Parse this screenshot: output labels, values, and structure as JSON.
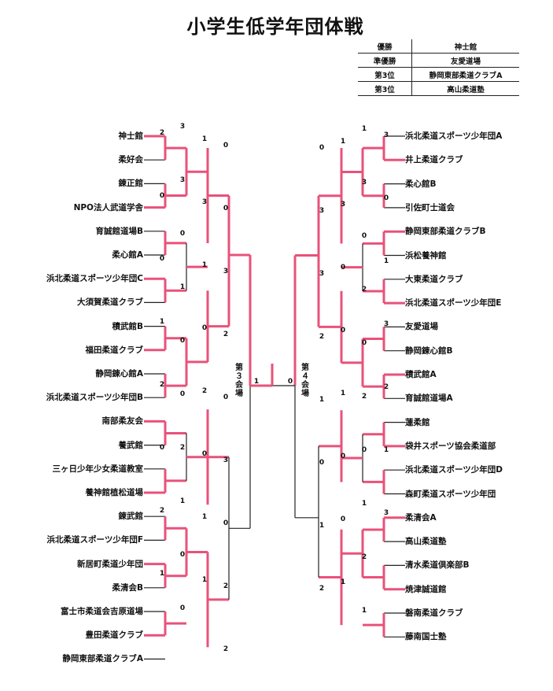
{
  "title": "小学生低学年団体戦",
  "results": [
    {
      "rank": "優勝",
      "team": "神士館"
    },
    {
      "rank": "準優勝",
      "team": "友愛道場"
    },
    {
      "rank": "第3位",
      "team": "静岡東部柔道クラブA"
    },
    {
      "rank": "第3位",
      "team": "高山柔道塾"
    }
  ],
  "venue_left": "第３会場",
  "venue_right": "第４会場",
  "colors": {
    "winner_line": "#e8527a",
    "loser_line": "#222222"
  },
  "left_teams": [
    "神士館",
    "柔好会",
    "錬正館",
    "NPO法人武道学舎",
    "育誠館道場B",
    "柔心館A",
    "浜北柔道スポーツ少年団C",
    "大須賀柔道クラブ",
    "積武館B",
    "福田柔道クラブ",
    "静岡錬心館A",
    "浜北柔道スポーツ少年団B",
    "南部柔友会",
    "養武館",
    "三ヶ日少年少女柔道教室",
    "養神館植松道場",
    "錬武館",
    "浜北柔道スポーツ少年団F",
    "新居町柔道少年団",
    "柔清会B",
    "富士市柔道会吉原道場",
    "豊田柔道クラブ",
    "静岡東部柔道クラブA"
  ],
  "right_teams": [
    "浜北柔道スポーツ少年団A",
    "井上柔道クラブ",
    "柔心館B",
    "引佐町士道会",
    "静岡東部柔道クラブB",
    "浜松養神館",
    "大東柔道クラブ",
    "浜北柔道スポーツ少年団E",
    "友愛道場",
    "静岡錬心館B",
    "積武館A",
    "育誠館道場A",
    "蓮柔館",
    "袋井スポーツ協会柔道部",
    "浜北柔道スポーツ少年団D",
    "森町柔道スポーツ少年団",
    "柔清会A",
    "高山柔道塾",
    "清水柔道倶楽部B",
    "焼津誠道館",
    "磐南柔道クラブ",
    "藤南国士塾"
  ],
  "left_scores": [
    [
      "3",
      "3",
      "0",
      "1",
      "0",
      "0",
      "2",
      "1",
      "0",
      "0"
    ],
    [
      "2",
      "0",
      "0",
      "1",
      "2",
      "0",
      "2",
      "1"
    ],
    [
      "1",
      "3",
      "1",
      "0",
      "2",
      "0",
      "1",
      "1"
    ],
    [
      "0",
      "0",
      "3",
      "2",
      "0",
      "3",
      "0",
      "2",
      "2"
    ]
  ],
  "final": {
    "left": "1",
    "right": "0"
  },
  "right_scores": [
    [
      "1",
      "3",
      "0",
      "2",
      "0",
      "2",
      "0",
      "1",
      "2",
      "1"
    ],
    [
      "3",
      "0",
      "1",
      "3",
      "2",
      "1",
      "3"
    ],
    [
      "1",
      "3",
      "0",
      "0",
      "1",
      "0",
      "0",
      "1"
    ],
    [
      "0",
      "3",
      "3",
      "2",
      "1",
      "0",
      "1",
      "2"
    ]
  ]
}
